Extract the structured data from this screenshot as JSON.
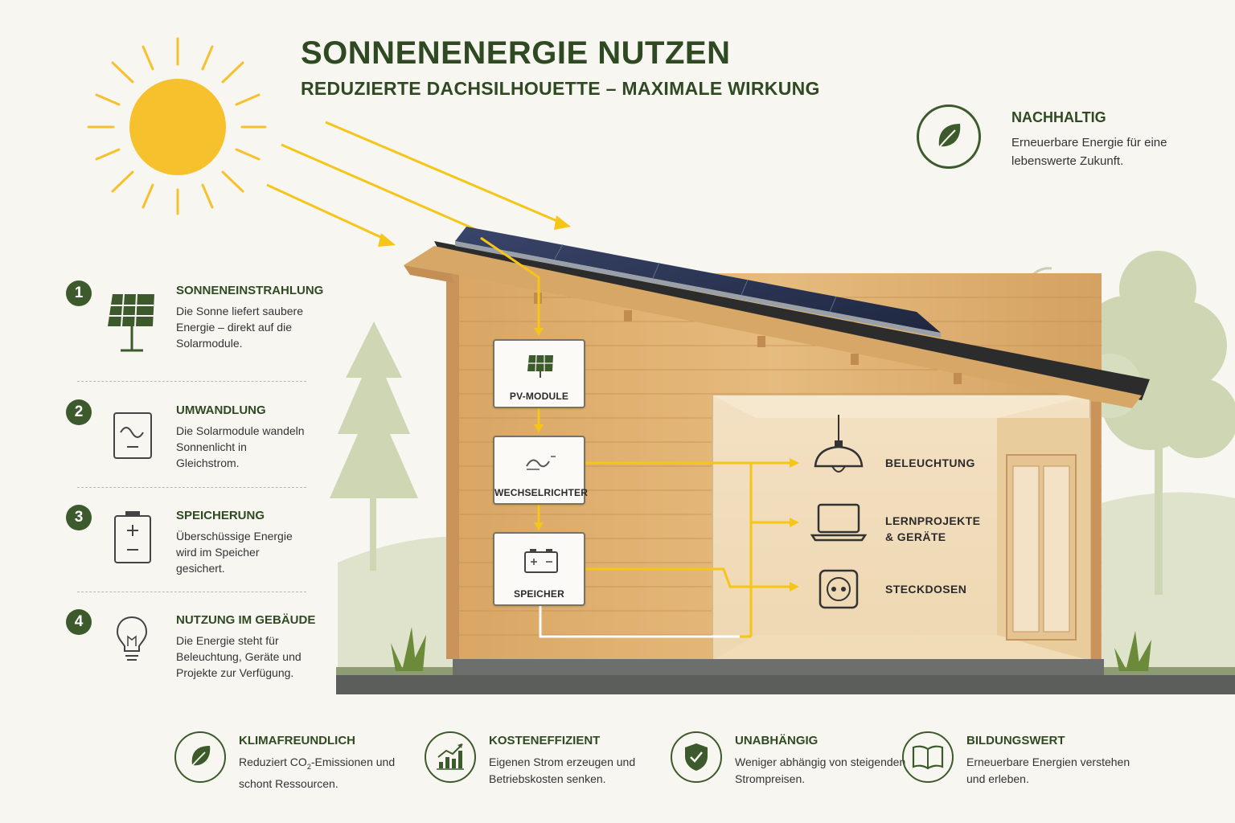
{
  "header": {
    "title": "SONNENENERGIE NUTZEN",
    "subtitle": "REDUZIERTE DACHSILHOUETTE – MAXIMALE WIRKUNG"
  },
  "badge": {
    "icon": "leaf-icon",
    "title": "NACHHALTIG",
    "text": "Erneuerbare Energie für eine lebenswerte Zukunft."
  },
  "steps": [
    {
      "number": "1",
      "icon": "solar-panel-icon",
      "title": "SONNENEINSTRAHLUNG",
      "text": "Die Sonne liefert saubere Energie – direkt auf die Solarmodule."
    },
    {
      "number": "2",
      "icon": "inverter-icon",
      "title": "UMWANDLUNG",
      "text": "Die Solarmodule wandeln Sonnenlicht in Gleichstrom."
    },
    {
      "number": "3",
      "icon": "battery-icon",
      "title": "SPEICHERUNG",
      "text": "Überschüssige Energie wird im Speicher gesichert."
    },
    {
      "number": "4",
      "icon": "lightbulb-icon",
      "title": "NUTZUNG IM GEBÄUDE",
      "text": "Die Energie steht für Beleuchtung, Geräte und Projekte zur Verfügung."
    }
  ],
  "system": {
    "pv_label": "PV-MODULE",
    "inverter_label": "WECHSELRICHTER",
    "storage_label": "SPEICHER"
  },
  "uses": {
    "lighting": "BELEUCHTUNG",
    "devices_line1": "LERNPROJEKTE",
    "devices_line2": "& GERÄTE",
    "sockets": "STECKDOSEN"
  },
  "benefits": [
    {
      "icon": "leaf-icon",
      "title": "KLIMAFREUNDLICH",
      "text_before": "Reduziert CO",
      "text_sub": "2",
      "text_after": "-Emissionen und schont Ressourcen."
    },
    {
      "icon": "growth-chart-icon",
      "title": "KOSTENEFFIZIENT",
      "text": "Eigenen Strom erzeugen und Betriebskosten senken."
    },
    {
      "icon": "shield-check-icon",
      "title": "UNABHÄNGIG",
      "text": "Weniger abhängig von steigenden Strompreisen."
    },
    {
      "icon": "book-icon",
      "title": "BILDUNGSWERT",
      "text": "Erneuerbare Energien verstehen und erleben."
    }
  ],
  "colors": {
    "accent_green": "#3d5a2c",
    "sun_yellow": "#f6c12c",
    "arrow_yellow": "#f5c518",
    "wood": "#dcae70"
  }
}
